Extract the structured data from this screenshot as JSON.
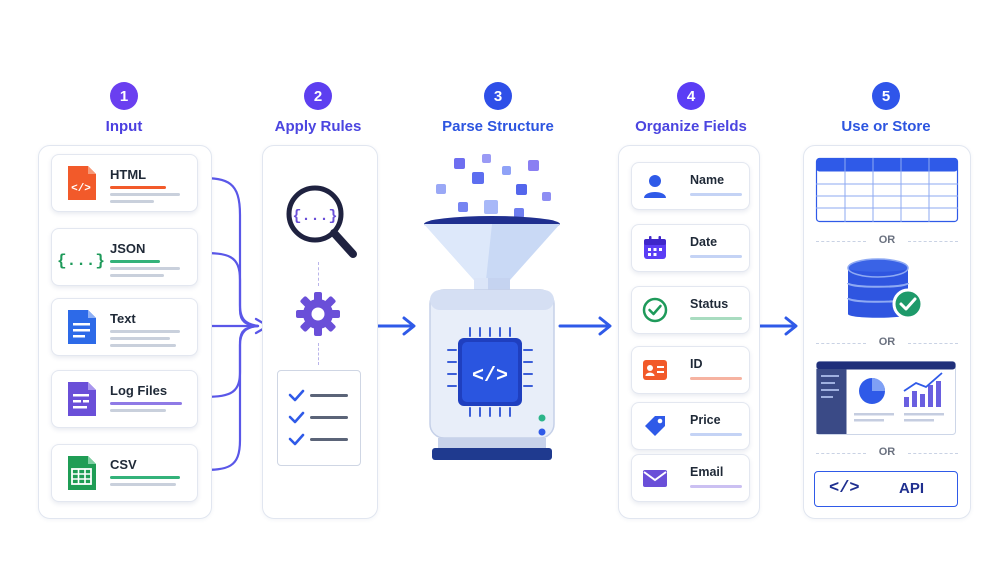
{
  "stages": [
    {
      "number": "1",
      "title": "Input"
    },
    {
      "number": "2",
      "title": "Apply Rules"
    },
    {
      "number": "3",
      "title": "Parse Structure"
    },
    {
      "number": "4",
      "title": "Organize Fields"
    },
    {
      "number": "5",
      "title": "Use or Store"
    }
  ],
  "inputs": [
    {
      "label": "HTML",
      "glyph": "</>"
    },
    {
      "label": "JSON",
      "glyph": "{...}"
    },
    {
      "label": "Text"
    },
    {
      "label": "Log Files"
    },
    {
      "label": "CSV"
    }
  ],
  "rules": {
    "glyph": "{...}"
  },
  "parser": {
    "glyph": "</>"
  },
  "fields": [
    {
      "label": "Name"
    },
    {
      "label": "Date"
    },
    {
      "label": "Status"
    },
    {
      "label": "ID"
    },
    {
      "label": "Price"
    },
    {
      "label": "Email"
    }
  ],
  "outputs": {
    "or_label": "OR",
    "api_glyph": "</>",
    "api_label": "API"
  },
  "colors": {
    "badge": "#5b3df5",
    "title": "#4b4fe0",
    "arrow": "#2f5ae8",
    "html": "#f25a2a",
    "json": "#1e9a5a",
    "text": "#2d6ae8",
    "log": "#6a4fd8",
    "csv": "#1f9d55"
  }
}
